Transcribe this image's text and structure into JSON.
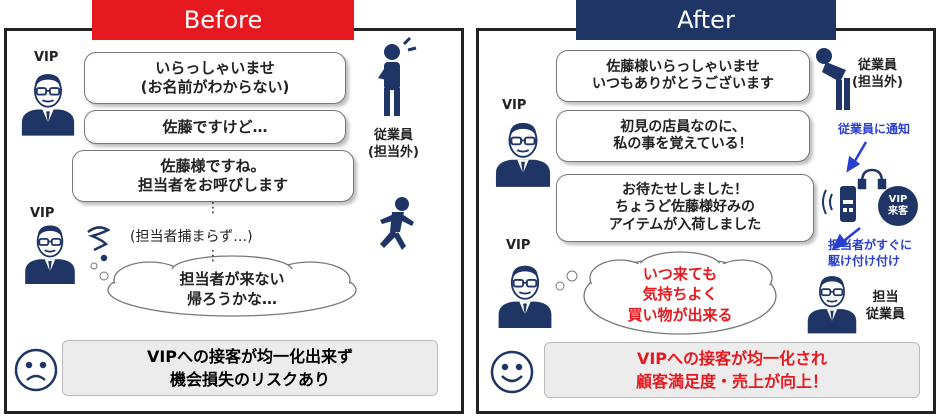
{
  "before": {
    "tab": "Before",
    "vip_top": "VIP",
    "vip_bottom": "VIP",
    "greeting": "いらっしゃいませ\n(お名前がわからない)",
    "customer_reply": "佐藤ですけど…",
    "staff_reply": "佐藤様ですね。\n担当者をお呼びします",
    "dots": "⋮",
    "waiting": "(担当者捕まらず…)",
    "thought": "担当者が来ない\n帰ろうかな…",
    "staff_label": "従業員\n(担当外)",
    "summary": "VIPへの接客が均一化出来ず\n機会損失のリスクあり"
  },
  "after": {
    "tab": "After",
    "vip_mid": "VIP",
    "vip_bottom": "VIP",
    "greeting": "佐藤様いらっしゃいませ\nいつもありがとうございます",
    "customer_thought": "初見の店員なのに、\n私の事を覚えている！",
    "staff_reply": "お待たせしました！\nちょうど佐藤様好みの\nアイテムが入荷しました",
    "cloud": "いつ来ても\n気持ちよく\n買い物が出来る",
    "staff_label": "従業員\n(担当外)",
    "notify": "従業員に通知",
    "device_label": "VIP\n来客",
    "rush": "担当者がすぐに\n駆け付け付け",
    "assigned_label": "担当\n従業員",
    "summary": "VIPへの接客が均一化され\n顧客満足度・売上が向上！"
  },
  "colors": {
    "before_tab": "#e5191f",
    "after_tab": "#1f3566",
    "figure": "#1f3566",
    "accent_red": "#e5191f",
    "accent_blue": "#2a3fd0"
  },
  "icons": [
    "vip-customer-icon",
    "staff-icon",
    "running-staff-icon",
    "dizzy-icon",
    "sad-face-icon",
    "smile-face-icon",
    "phone-device-icon",
    "headset-icon",
    "blue-arrow-icon"
  ]
}
